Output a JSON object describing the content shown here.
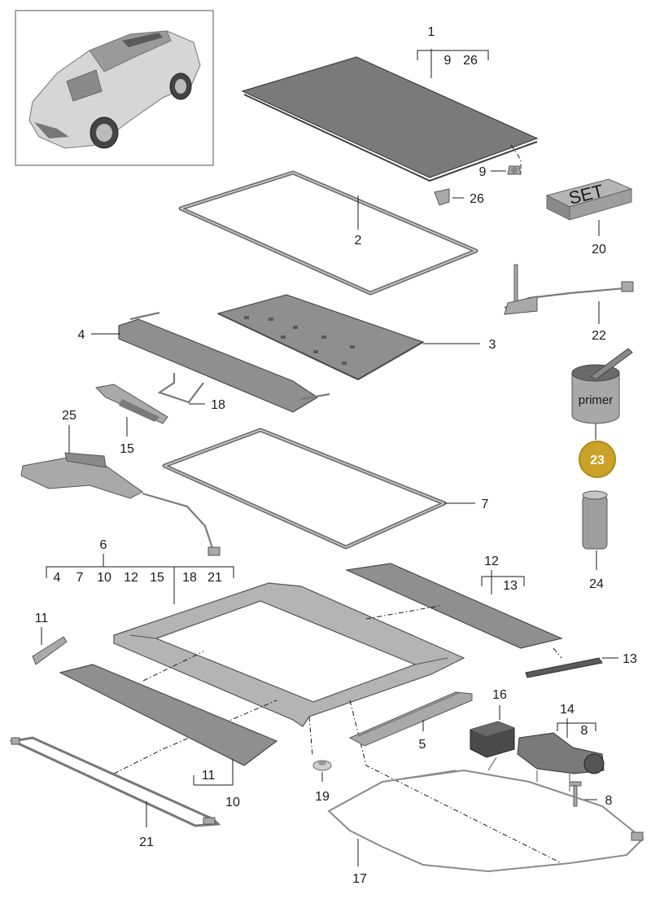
{
  "diagram": {
    "callouts": {
      "c1": "1",
      "c1_sub_a": "9",
      "c1_sub_b": "26",
      "c2": "2",
      "c3": "3",
      "c4": "4",
      "c5": "5",
      "c6": "6",
      "c6_sub": [
        "4",
        "7",
        "10",
        "12",
        "15",
        "18",
        "21"
      ],
      "c7": "7",
      "c8": "8",
      "c8_lower": "8",
      "c9": "9",
      "c10": "10",
      "c10_sub": "11",
      "c11": "11",
      "c12": "12",
      "c12_sub": "13",
      "c13": "13",
      "c14": "14",
      "c14_sub": "8",
      "c15": "15",
      "c16": "16",
      "c17": "17",
      "c18": "18",
      "c19": "19",
      "c20": "20",
      "c21": "21",
      "c22": "22",
      "c23": "23",
      "c24": "24",
      "c25": "25",
      "c26": "26"
    },
    "set_box_text": "SET",
    "primer_can_text": "primer",
    "highlight_color": "#c9a227",
    "part_gray": "#8f8f8f"
  }
}
